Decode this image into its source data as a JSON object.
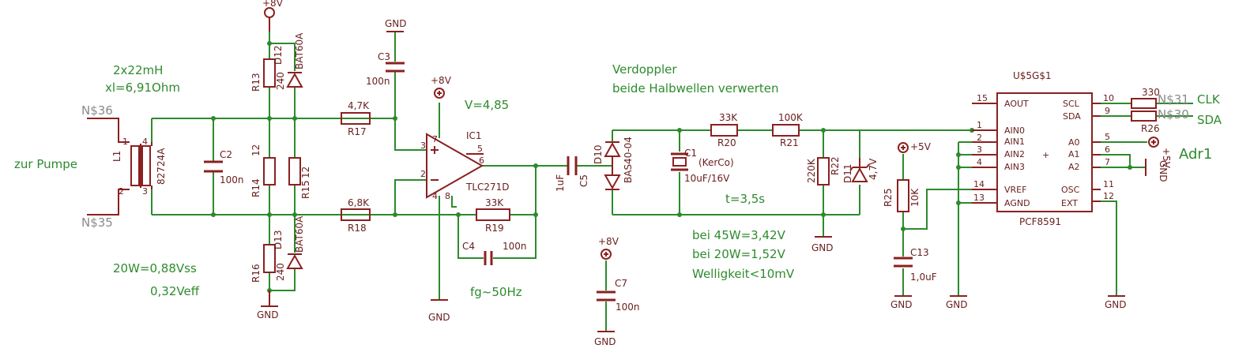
{
  "annotations": {
    "inductance": "2x22mH",
    "reactance": "xl=6,91Ohm",
    "pump": "zur Pumpe",
    "vss": "20W=0,88Vss",
    "veff": "0,32Veff",
    "gain": "V=4,85",
    "fg": "fg~50Hz",
    "doubler_1": "Verdoppler",
    "doubler_2": "beide Halbwellen verwerten",
    "tau": "t=3,5s",
    "v45": "bei 45W=3,42V",
    "v20": "bei 20W=1,52V",
    "ripple": "Welligkeit<10mV",
    "clk": "CLK",
    "sda": "SDA",
    "adr": "Adr1"
  },
  "nets": {
    "n36": "N$36",
    "n35": "N$35",
    "n31": "N$31",
    "n30": "N$30"
  },
  "supply": {
    "p8v": "+8V",
    "p5v": "+5V",
    "gnd": "GND"
  },
  "components": {
    "L1": {
      "name": "L1",
      "value": "82724A"
    },
    "C2": {
      "name": "C2",
      "value": "100n"
    },
    "R13": {
      "name": "R13",
      "value": "240"
    },
    "R14": {
      "name": "R14",
      "value": "12"
    },
    "R15": {
      "name": "R15",
      "value": "12"
    },
    "R16": {
      "name": "R16",
      "value": "240"
    },
    "D12": {
      "name": "D12",
      "value": "BAT60A"
    },
    "D13": {
      "name": "D13",
      "value": "BAT60A"
    },
    "R17": {
      "name": "R17",
      "value": "4,7K"
    },
    "R18": {
      "name": "R18",
      "value": "6,8K"
    },
    "C3": {
      "name": "C3",
      "value": "100n"
    },
    "IC1": {
      "name": "IC1",
      "value": "TLC271D"
    },
    "R19": {
      "name": "R19",
      "value": "33K"
    },
    "C4": {
      "name": "C4",
      "value": "100n"
    },
    "C5": {
      "name": "C5",
      "value": "1uF"
    },
    "C7": {
      "name": "C7",
      "value": "100n"
    },
    "D10": {
      "name": "D10",
      "value": "BAS40-04"
    },
    "C1": {
      "name": "C1",
      "value": "10uF/16V",
      "note": "(KerCo)"
    },
    "R20": {
      "name": "R20",
      "value": "33K"
    },
    "R21": {
      "name": "R21",
      "value": "100K"
    },
    "R22": {
      "name": "R22",
      "value": "220K"
    },
    "D11": {
      "name": "D11",
      "value": "4,7V"
    },
    "R25": {
      "name": "R25",
      "value": "10K"
    },
    "C13": {
      "name": "C13",
      "value": "1,0uF"
    },
    "R26": {
      "name": "R26",
      "value": "330"
    },
    "U5": {
      "name": "U$5G$1",
      "value": "PCF8591"
    }
  },
  "ic1_pins": [
    "7",
    "3",
    "2",
    "4",
    "8",
    "6",
    "5"
  ],
  "pcf_pins_left": [
    {
      "num": "15",
      "label": "AOUT"
    },
    {
      "num": "1",
      "label": "AIN0"
    },
    {
      "num": "2",
      "label": "AIN1"
    },
    {
      "num": "3",
      "label": "AIN2"
    },
    {
      "num": "4",
      "label": "AIN3"
    },
    {
      "num": "14",
      "label": "VREF"
    },
    {
      "num": "13",
      "label": "AGND"
    }
  ],
  "pcf_pins_right": [
    {
      "num": "10",
      "label": "SCL"
    },
    {
      "num": "9",
      "label": "SDA"
    },
    {
      "num": "5",
      "label": "A0"
    },
    {
      "num": "6",
      "label": "A1"
    },
    {
      "num": "7",
      "label": "A2"
    },
    {
      "num": "11",
      "label": "OSC"
    },
    {
      "num": "12",
      "label": "EXT"
    }
  ],
  "l1_pins": [
    "1",
    "2",
    "3",
    "4"
  ],
  "colors": {
    "wire": "#2d8a2d",
    "component": "#8b2020",
    "label": "#2e8b2e",
    "net": "#8a8a8a"
  }
}
